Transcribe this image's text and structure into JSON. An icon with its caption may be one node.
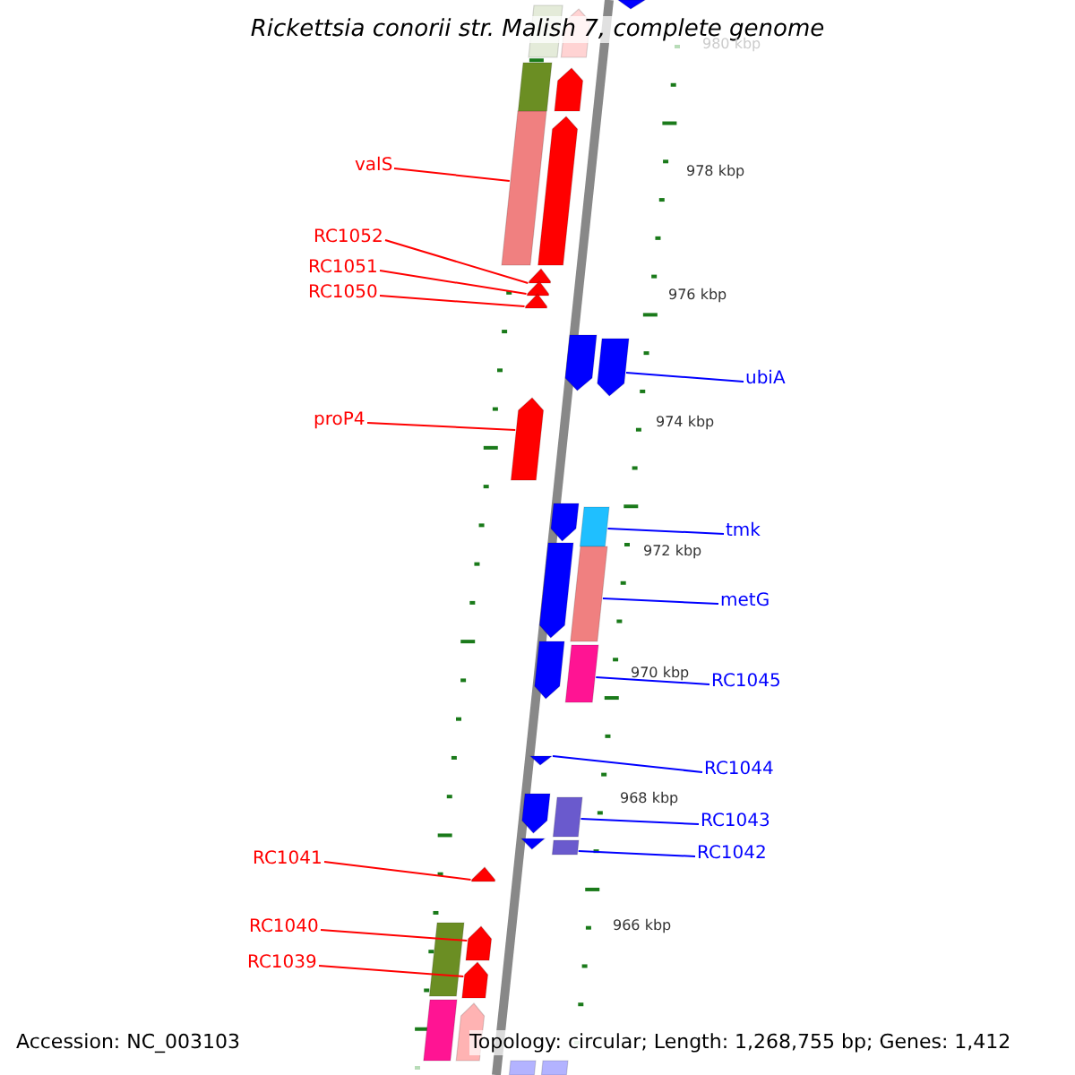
{
  "diagram": {
    "title": "Rickettsia conorii str. Malish 7, complete genome",
    "nodes": [
      {
        "text": [
          "valS"
        ]
      },
      {
        "text": [
          "RC1052"
        ]
      },
      {
        "text": [
          "RC1051"
        ]
      },
      {
        "text": [
          "RC1050"
        ]
      },
      {
        "text": [
          "proP4"
        ]
      },
      {
        "text": [
          "RC1041"
        ]
      },
      {
        "text": [
          "RC1040"
        ]
      },
      {
        "text": [
          "RC1039"
        ]
      },
      {
        "text": [
          "ubiA"
        ]
      },
      {
        "text": [
          "tmk"
        ]
      },
      {
        "text": [
          "metG"
        ]
      },
      {
        "text": [
          "RC1045"
        ]
      },
      {
        "text": [
          "RC1044"
        ]
      },
      {
        "text": [
          "RC1043"
        ]
      },
      {
        "text": [
          "RC1042"
        ]
      },
      {
        "text": [],
        "shape": "bar"
      },
      {
        "text": [],
        "shape": "arrow"
      },
      {
        "text": [],
        "shape": "arrow"
      },
      {
        "text": [],
        "shape": "arrow"
      },
      {
        "text": [],
        "shape": "arrow"
      },
      {
        "text": [],
        "shape": "arrow"
      },
      {
        "text": [],
        "shape": "arrow"
      },
      {
        "text": [],
        "shape": "arrow"
      },
      {
        "text": [],
        "shape": "arrow"
      },
      {
        "text": [],
        "shape": "bar"
      },
      {
        "text": [],
        "shape": "bar"
      },
      {
        "text": [],
        "shape": "bar"
      },
      {
        "text": [],
        "shape": "arrow"
      },
      {
        "text": [],
        "shape": "bar"
      },
      {
        "text": [],
        "shape": "bar"
      },
      {
        "text": [],
        "shape": "bar"
      },
      {
        "text": [],
        "shape": "arrow"
      },
      {
        "text": [],
        "shape": "arrow"
      },
      {
        "text": [],
        "shape": "bar"
      },
      {
        "text": [],
        "shape": "arrow"
      },
      {
        "text": [],
        "shape": "arrow"
      },
      {
        "text": [],
        "shape": "arrow"
      },
      {
        "text": [],
        "shape": "arrow"
      },
      {
        "text": [],
        "shape": "arrow"
      },
      {
        "text": [],
        "shape": "arrow"
      },
      {
        "text": [],
        "shape": "arrow"
      },
      {
        "text": [],
        "shape": "arrow"
      },
      {
        "text": [],
        "shape": "bar"
      },
      {
        "text": [],
        "shape": "bar"
      },
      {
        "text": [],
        "shape": "arrow"
      },
      {
        "text": [],
        "shape": "bar"
      },
      {
        "text": [],
        "shape": "bar"
      }
    ],
    "edges": [
      {
        "from": 0,
        "to": 15,
        "arrow": "none"
      },
      {
        "from": 1,
        "to": 16,
        "arrow": "none"
      },
      {
        "from": 2,
        "to": 17,
        "arrow": "none"
      },
      {
        "from": 3,
        "to": 18,
        "arrow": "none"
      },
      {
        "from": 4,
        "to": 19,
        "arrow": "none"
      },
      {
        "from": 5,
        "to": 20,
        "arrow": "none"
      },
      {
        "from": 6,
        "to": 21,
        "arrow": "none"
      },
      {
        "from": 7,
        "to": 22,
        "arrow": "none"
      },
      {
        "from": 8,
        "to": 23,
        "arrow": "none",
        "color": "#0000ff"
      },
      {
        "from": 9,
        "to": 24,
        "arrow": "none",
        "color": "#0000ff"
      },
      {
        "from": 10,
        "to": 25,
        "arrow": "none",
        "color": "#0000ff"
      },
      {
        "from": 11,
        "to": 26,
        "arrow": "none",
        "color": "#0000ff"
      },
      {
        "from": 12,
        "to": 27,
        "arrow": "none",
        "color": "#0000ff"
      },
      {
        "from": 13,
        "to": 28,
        "arrow": "none",
        "color": "#0000ff"
      },
      {
        "from": 14,
        "to": 29,
        "arrow": "none",
        "color": "#0000ff"
      }
    ],
    "labels": [
      "980 kbp",
      "978 kbp",
      "976 kbp",
      "974 kbp",
      "972 kbp",
      "970 kbp",
      "968 kbp",
      "966 kbp",
      "Accession: NC_003103",
      "Topology: circular; Length: 1,268,755 bp; Genes: 1,412"
    ]
  }
}
